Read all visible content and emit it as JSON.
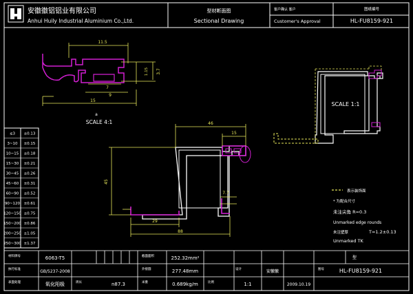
{
  "header": {
    "company_cn": "安徽徽铝铝业有限公司",
    "company_en": "Anhui Huily Industrial Aluminium Co.,Ltd.",
    "title_cn": "型材断面图",
    "title_en": "Sectional Drawing",
    "approval_cn": "客户确认  客户",
    "approval_en": "Customer's Approval",
    "drawing_no_label": "图纸编号",
    "drawing_no": "HL-FU8159-921"
  },
  "tolerance_table": {
    "rows": [
      [
        "≤3",
        "±0.13"
      ],
      [
        "3~10",
        "±0.15"
      ],
      [
        "10~15",
        "±0.18"
      ],
      [
        "15~30",
        "±0.21"
      ],
      [
        "30~45",
        "±0.26"
      ],
      [
        "45~60",
        "±0.31"
      ],
      [
        "60~90",
        "±0.52"
      ],
      [
        "90~120",
        "±0.61"
      ],
      [
        "120~150",
        "±0.75"
      ],
      [
        "150~200",
        "±0.86"
      ],
      [
        "200~250",
        "±1.05"
      ],
      [
        "250~300",
        "±1.37"
      ]
    ]
  },
  "views": {
    "top_scale": "SCALE 4:1",
    "right_scale": "SCALE 1:1",
    "top_dims": [
      "11.5",
      "3.7",
      "1.15",
      "7",
      "9",
      "15"
    ],
    "main_dims": [
      "46",
      "15",
      "45",
      "7.7",
      "29",
      "88"
    ]
  },
  "notes": {
    "legend": "表示装饰面",
    "line1": "* 为配合尺寸",
    "line2": "未注尖角   R=0.3",
    "line3": "Unmarked edge rounds",
    "line4": "未注壁厚",
    "line5": "T=1.2±0.13",
    "line6": "Unmarked TK"
  },
  "footer": {
    "alloy_label": "材料牌号",
    "alloy": "6063-T5",
    "std_label": "执行标准",
    "standard": "GB/5237-2008",
    "surface_label": "表面处理",
    "surface": "氧化阳极",
    "perimeter_label": "周长",
    "perimeter": "n87.3",
    "area_label": "截面面积",
    "area": "252.32mm²",
    "weight_label": "米重",
    "weight": "0.689kg/m",
    "wall_label": "外接圆",
    "wall": "277.48mm",
    "scale_label": "比例",
    "scale": "1:1",
    "designer_label": "设计",
    "designer": "安徽徽",
    "date": "2009.10.19",
    "part_label": "图号",
    "part": "HL-FU8159-921",
    "part_top": "型"
  }
}
